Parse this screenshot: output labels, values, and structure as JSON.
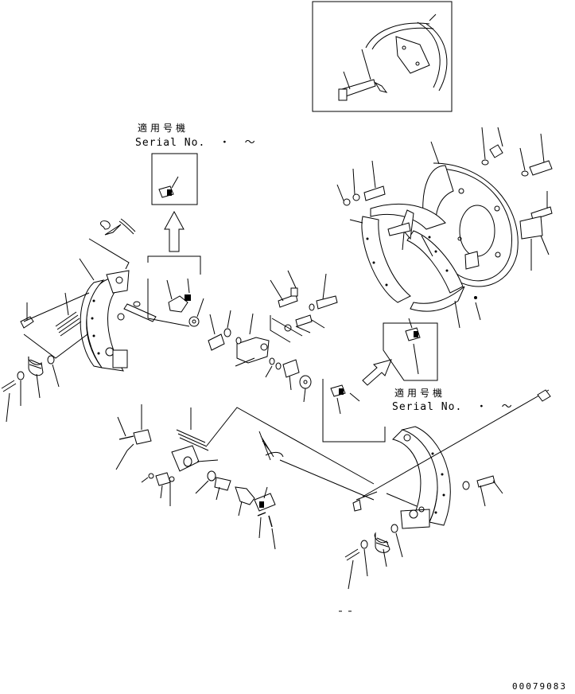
{
  "serial_note_left": {
    "heading": "適用号機",
    "serial": "Serial No.  ・  ～"
  },
  "serial_note_right": {
    "heading": "適用号機",
    "serial": "Serial No.  ・  ～"
  },
  "drawing_number": "00079083"
}
